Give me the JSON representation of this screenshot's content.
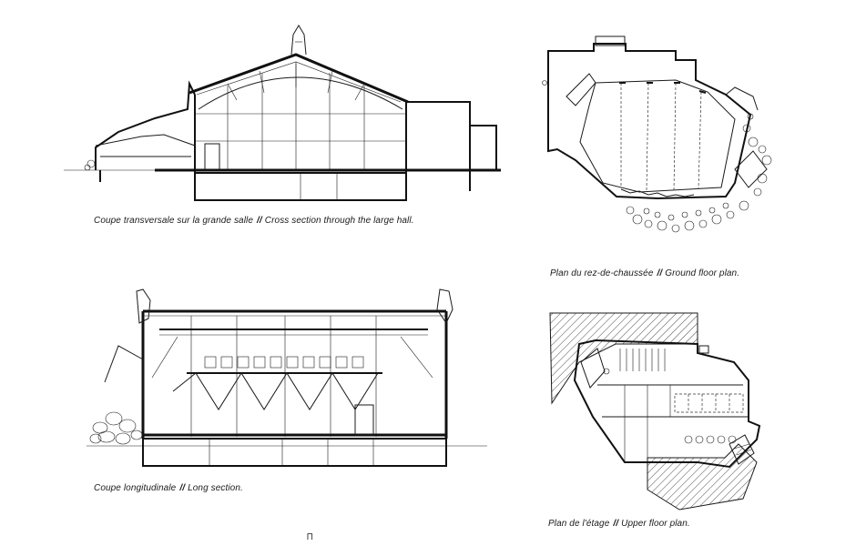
{
  "drawings": {
    "cross_section": {
      "caption_fr": "Coupe transversale sur la grande salle",
      "separator": "//",
      "caption_en": "Cross section through the large hall."
    },
    "ground_floor": {
      "caption_fr": "Plan du rez-de-chaussée",
      "separator": "//",
      "caption_en": "Ground floor plan."
    },
    "long_section": {
      "caption_fr": "Coupe longitudinale",
      "separator": "//",
      "caption_en": "Long section."
    },
    "upper_floor": {
      "caption_fr": "Plan de l'étage",
      "separator": "//",
      "caption_en": "Upper floor plan."
    }
  },
  "page_mark": "⊓"
}
